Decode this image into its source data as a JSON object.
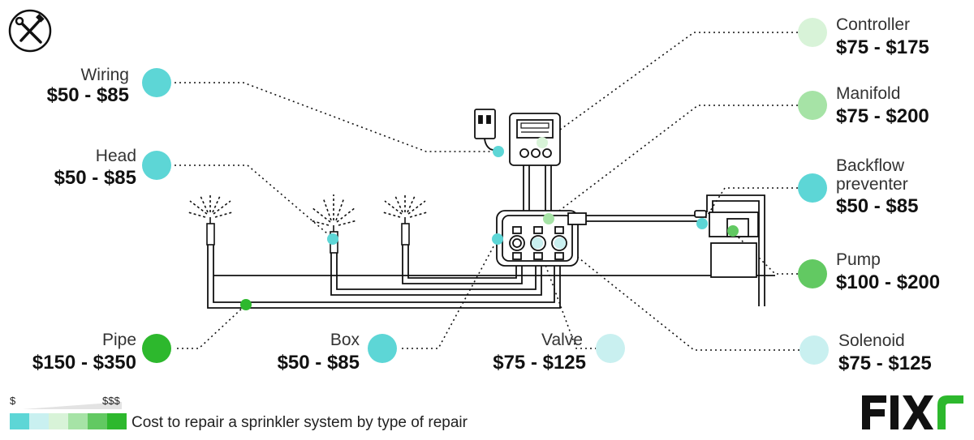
{
  "legend": {
    "scale_min": "$",
    "scale_max": "$$$",
    "caption": "Cost to repair a sprinkler system by type of repair",
    "swatches": [
      "#5dd6d6",
      "#c9f0f0",
      "#d8f3d8",
      "#a6e3a6",
      "#62c962",
      "#2db82d"
    ]
  },
  "brand": "FIXR",
  "items": {
    "wiring": {
      "name": "Wiring",
      "price": "$50 - $85",
      "color": "#5dd6d6"
    },
    "head": {
      "name": "Head",
      "price": "$50 - $85",
      "color": "#5dd6d6"
    },
    "pipe": {
      "name": "Pipe",
      "price": "$150 - $350",
      "color": "#2db82d"
    },
    "box": {
      "name": "Box",
      "price": "$50 - $85",
      "color": "#5dd6d6"
    },
    "valve": {
      "name": "Valve",
      "price": "$75 - $125",
      "color": "#c9f0f0"
    },
    "controller": {
      "name": "Controller",
      "price": "$75 - $175",
      "color": "#d8f3d8"
    },
    "manifold": {
      "name": "Manifold",
      "price": "$75 - $200",
      "color": "#a6e3a6"
    },
    "backflow": {
      "name_line1": "Backflow",
      "name_line2": "preventer",
      "price": "$50 - $85",
      "color": "#5dd6d6"
    },
    "pump": {
      "name": "Pump",
      "price": "$100 - $200",
      "color": "#62c962"
    },
    "solenoid": {
      "name": "Solenoid",
      "price": "$75 - $125",
      "color": "#c9f0f0"
    }
  }
}
